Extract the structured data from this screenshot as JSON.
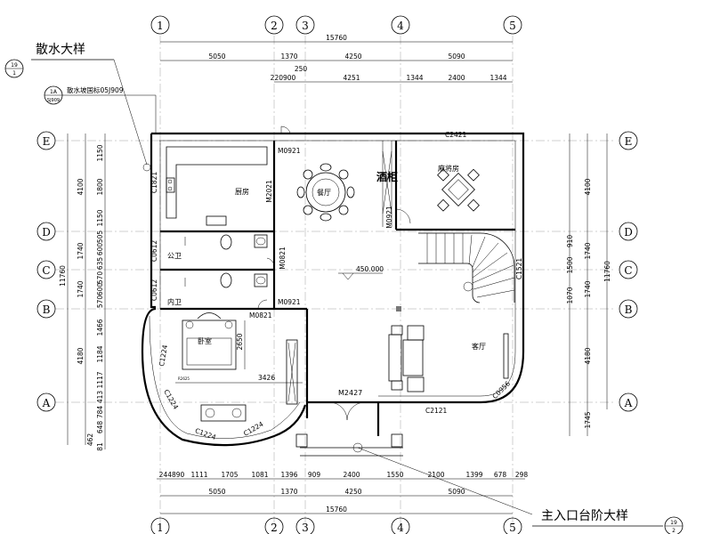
{
  "axes": {
    "top": [
      "1",
      "2",
      "3",
      "4",
      "5"
    ],
    "bottom": [
      "1",
      "2",
      "3",
      "4",
      "5"
    ],
    "left": [
      "E",
      "D",
      "C",
      "B",
      "A"
    ],
    "right": [
      "E",
      "D",
      "C",
      "B",
      "A"
    ]
  },
  "dims_top": {
    "total": "15760",
    "row1": [
      "5050",
      "1370",
      "4250",
      "5090"
    ],
    "small250": "250",
    "row2": [
      "220900",
      "4251",
      "1344",
      "2400",
      "1344"
    ]
  },
  "dims_bottom": {
    "row1": [
      "244890",
      "1111",
      "1705",
      "1081",
      "1396",
      "909",
      "2400",
      "1550",
      "2100",
      "1399",
      "678",
      "298"
    ],
    "row2": [
      "5050",
      "1370",
      "4250",
      "5090"
    ],
    "total": "15760"
  },
  "dims_left": {
    "total": "11760",
    "outer": [
      "4100",
      "1740",
      "1740",
      "4180"
    ],
    "inner": [
      "1150",
      "1800",
      "1150",
      "505",
      "600",
      "635",
      "570",
      "600",
      "570",
      "1466",
      "1184",
      "1117",
      "413",
      "784",
      "648",
      "462",
      "81"
    ]
  },
  "dims_right": {
    "total": "11760",
    "outer": [
      "4100",
      "1740",
      "1740",
      "4180",
      "1745"
    ],
    "inner": [
      "910",
      "1500",
      "1070"
    ]
  },
  "rooms": {
    "kitchen": "厨房",
    "dining": "餐厅",
    "bar": "酒柜",
    "mahjong": "麻将房",
    "public_wc": "公卫",
    "inner_wc": "内卫",
    "bedroom": "卧室",
    "living": "客厅"
  },
  "labels": {
    "c1821": "C1821",
    "m0921_top": "M0921",
    "m2021": "M2021",
    "m0921_bar": "M0921",
    "c2421": "C2421",
    "c0612a": "C0612",
    "c0612b": "C0612",
    "m0821a": "M0821",
    "m0821b": "M0821",
    "m0921_mid": "M0921",
    "c1521": "C1521",
    "elev": "450.000",
    "c1224a": "C1224",
    "c1224b": "C1224",
    "c1224c": "C1224",
    "c1224d": "C1224",
    "m2427": "M2427",
    "c2121": "C2121",
    "c0956": "C0956",
    "d3426": "3426",
    "d2650": "2650",
    "small_r": "R2625"
  },
  "callouts": {
    "sanshui": "散水大样",
    "sanshui_ref_top": "19",
    "sanshui_ref_bottom": "1",
    "slope_ref_top": "1A",
    "slope_ref_bottom": "SJ909",
    "slope_note": "散水坡国标05J909",
    "entrance": "主入口台阶大样",
    "entrance_ref_top": "19",
    "entrance_ref_bottom": "2"
  }
}
